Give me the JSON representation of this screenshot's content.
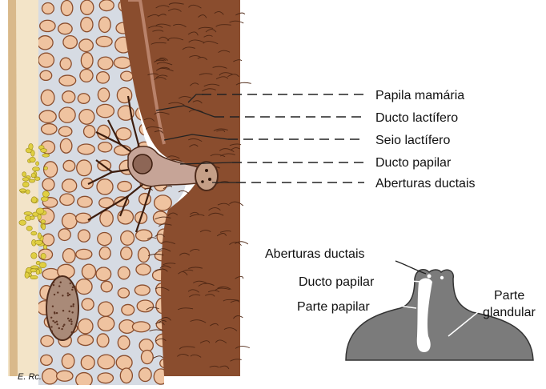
{
  "main_labels": [
    "Papila mamária",
    "Ducto lactífero",
    "Seio lactífero",
    "Ducto papilar",
    "Aberturas ductais"
  ],
  "inset_labels": {
    "aberturas": "Aberturas ductais",
    "ducto_papilar": "Ducto papilar",
    "parte_papilar": "Parte papilar",
    "parte_glandular_1": "Parte",
    "parte_glandular_2": "glandular"
  },
  "signature": "E. Rc.",
  "colors": {
    "skin": "#8a4d2e",
    "skin_dark": "#4e2714",
    "lobule_fill": "#efc3a0",
    "lobule_stroke": "#8a4e2e",
    "fat": "#e0cf42",
    "stroma": "#d6dbe3",
    "inset_fill": "#7b7b7b"
  }
}
